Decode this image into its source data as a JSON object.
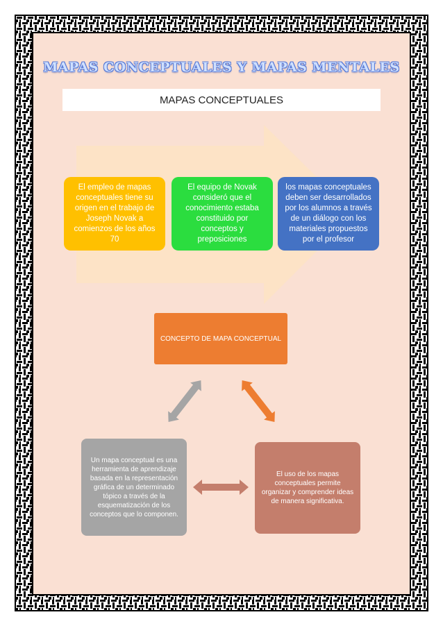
{
  "title": "MAPAS CONCEPTUALES Y MAPAS MENTALES",
  "subtitle": "MAPAS CONCEPTUALES",
  "process": {
    "step1": "El empleo de mapas conceptuales tiene su origen en el trabajo de Joseph Novak a comienzos de los años 70",
    "step2": "El equipo de Novak consideró que el conocimiento estaba constituido por conceptos y preposiciones",
    "step3": "los mapas conceptuales deben ser desarrollados por los alumnos a través de un diálogo con los materiales propuestos por el profesor"
  },
  "cycle": {
    "top": "CONCEPTO DE MAPA CONCEPTUAL",
    "left": "Un mapa conceptual es una herramienta de aprendizaje basada en la representación gráfica de un determinado tópico a través de la esquematización de los conceptos que lo componen.",
    "right": "El uso de los mapas conceptuales permite organizar y comprender ideas de manera significativa."
  },
  "colors": {
    "page": "#fae0d3",
    "yellow": "#ffc000",
    "green": "#2bdd3f",
    "blue": "#4472c4",
    "orange": "#ed7d31",
    "gray": "#a5a5a5",
    "rose": "#c47e6c"
  }
}
